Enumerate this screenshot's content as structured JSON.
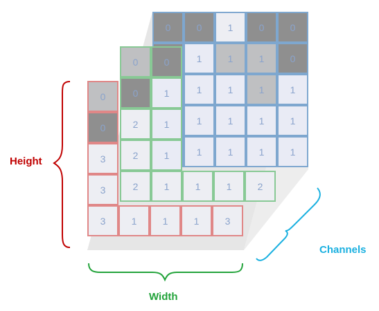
{
  "labels": {
    "height": "Height",
    "width": "Width",
    "channels": "Channels"
  },
  "colors": {
    "height": "#c00000",
    "width": "#22a33a",
    "channels": "#1ab0e0"
  },
  "back_layer": [
    [
      "0",
      "0",
      "1",
      "0",
      "0"
    ],
    [
      "0",
      "1",
      "1",
      "1",
      "0"
    ],
    [
      "1",
      "1",
      "1",
      "1",
      "1"
    ],
    [
      "1",
      "1",
      "1",
      "1",
      "1"
    ],
    [
      "1",
      "1",
      "1",
      "1",
      "1"
    ]
  ],
  "middle_layer": [
    [
      "0",
      "0"
    ],
    [
      "0",
      "1"
    ],
    [
      "2",
      "1"
    ],
    [
      "2",
      "1"
    ],
    [
      "2",
      "1",
      "1",
      "1",
      "2"
    ]
  ],
  "front_layer": [
    [
      "0"
    ],
    [
      "0"
    ],
    [
      "3"
    ],
    [
      "3"
    ],
    [
      "3",
      "1",
      "1",
      "1",
      "3"
    ]
  ]
}
